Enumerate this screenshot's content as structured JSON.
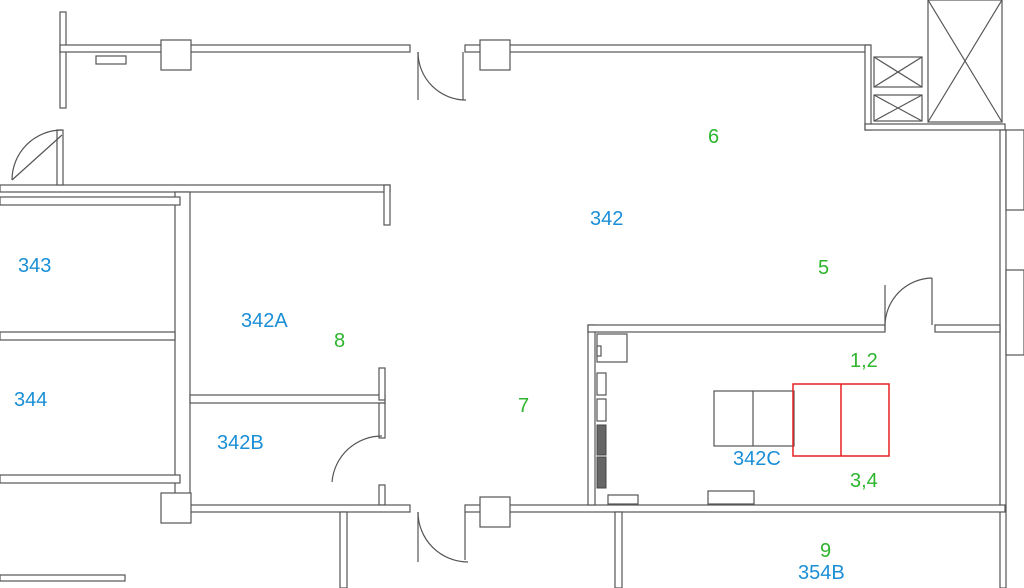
{
  "colors": {
    "room_label": "#1a8fd6",
    "point_label": "#2db52d",
    "highlight": "#e82020",
    "wall": "#555555"
  },
  "rooms": [
    {
      "id": "343",
      "label": "343"
    },
    {
      "id": "344",
      "label": "344"
    },
    {
      "id": "342A",
      "label": "342A"
    },
    {
      "id": "342B",
      "label": "342B"
    },
    {
      "id": "342",
      "label": "342"
    },
    {
      "id": "342C",
      "label": "342C"
    },
    {
      "id": "354B",
      "label": "354B"
    }
  ],
  "points": [
    {
      "label": "6"
    },
    {
      "label": "5"
    },
    {
      "label": "8"
    },
    {
      "label": "7"
    },
    {
      "label": "1,2"
    },
    {
      "label": "3,4"
    },
    {
      "label": "9"
    }
  ]
}
